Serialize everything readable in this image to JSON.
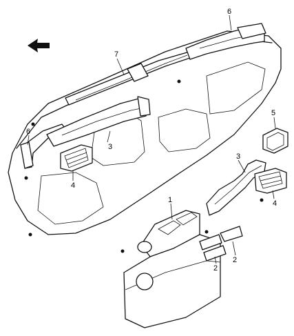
{
  "callouts": [
    {
      "id": "6a",
      "label": "6"
    },
    {
      "id": "7",
      "label": "7"
    },
    {
      "id": "5",
      "label": "5"
    },
    {
      "id": "6b",
      "label": "6"
    },
    {
      "id": "3a",
      "label": "3"
    },
    {
      "id": "4a",
      "label": "4"
    },
    {
      "id": "3b",
      "label": "3"
    },
    {
      "id": "4b",
      "label": "4"
    },
    {
      "id": "1",
      "label": "1"
    },
    {
      "id": "2a",
      "label": "2"
    },
    {
      "id": "2b",
      "label": "2"
    }
  ],
  "icons": {
    "direction": "arrow-front-icon",
    "screw": "screw-icon"
  },
  "colors": {
    "line": "#111111",
    "background": "#ffffff"
  }
}
